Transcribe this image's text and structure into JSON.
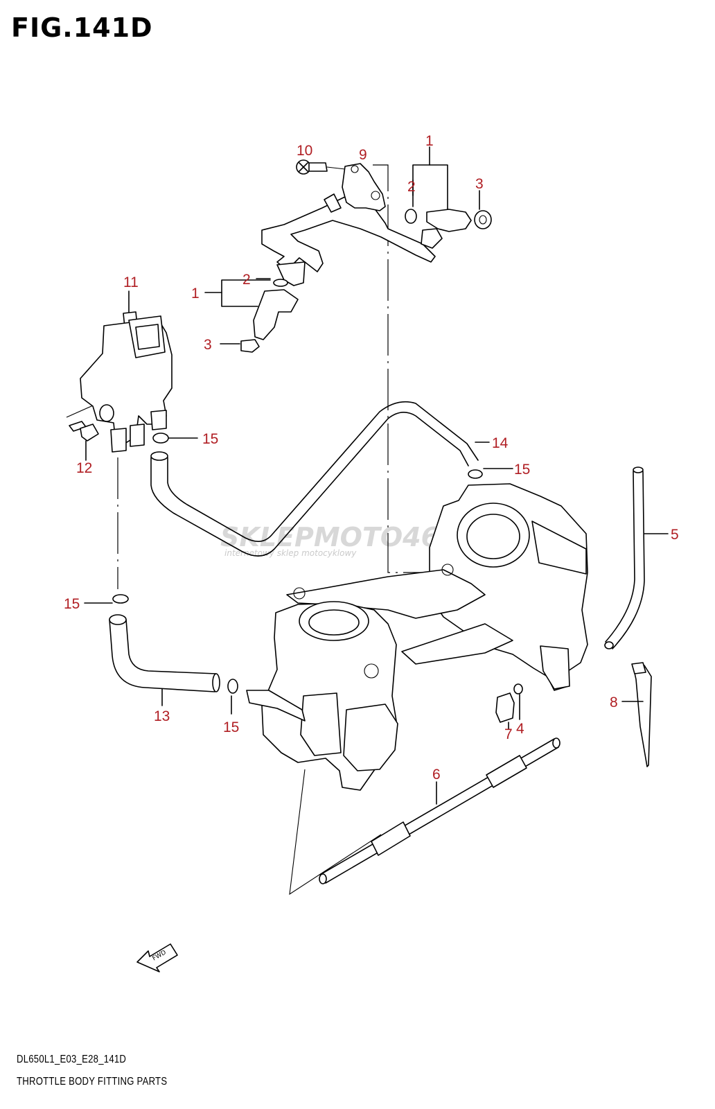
{
  "figure": {
    "title": "FIG.141D",
    "code": "DL650L1_E03_E28_141D",
    "name": "THROTTLE BODY FITTING PARTS"
  },
  "watermark": {
    "brand": "SKLEPMOTO46.PL",
    "tagline": "internetowy sklep motocyklowy"
  },
  "fwd_arrow": {
    "label": "FWD"
  },
  "callouts": {
    "upper_injector_group": "1",
    "upper_injector_oring": "2",
    "upper_injector_cushion": "3",
    "rail_bolt": "10",
    "delivery_pipe": "9",
    "lower_injector_group": "1",
    "lower_injector_oring": "2",
    "lower_injector_cushion": "3",
    "isc_valve": "11",
    "isc_bolt": "12",
    "clamp_left_upper": "15",
    "hose_long": "14",
    "clamp_right_upper": "15",
    "vent_hose": "5",
    "clamp_left_lower": "15",
    "hose_short": "13",
    "clamp_bottom": "15",
    "cap_clip": "4",
    "cap": "7",
    "cable_tie": "8",
    "adjuster_rod": "6"
  },
  "colors": {
    "callout": "#b01e23",
    "line": "#000000",
    "watermark": "#c8c8c8"
  },
  "icons": {
    "fwd_arrow": "arrow-left-icon",
    "bolt": "bolt-icon"
  }
}
